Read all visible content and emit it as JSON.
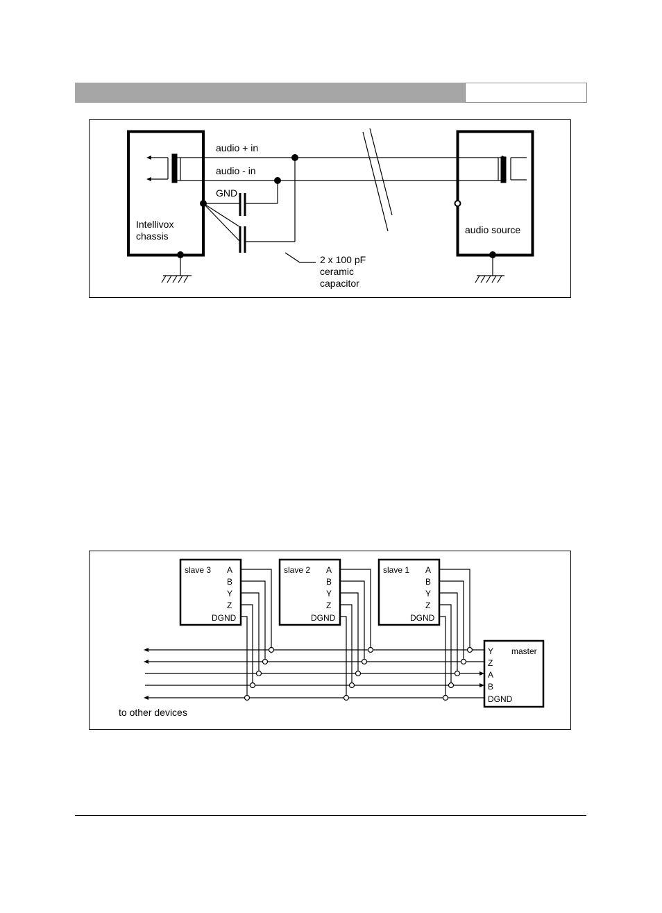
{
  "figure1": {
    "labels": {
      "audio_plus": "audio + in",
      "audio_minus": "audio - in",
      "gnd": "GND",
      "intellivox_line1": "Intellivox",
      "intellivox_line2": "chassis",
      "audio_source": "audio source",
      "cap_line1": "2 x 100 pF",
      "cap_line2": "ceramic",
      "cap_line3": "capacitor"
    }
  },
  "figure2": {
    "slaves": [
      {
        "name": "slave 3",
        "pins": [
          "A",
          "B",
          "Y",
          "Z",
          "DGND"
        ]
      },
      {
        "name": "slave 2",
        "pins": [
          "A",
          "B",
          "Y",
          "Z",
          "DGND"
        ]
      },
      {
        "name": "slave 1",
        "pins": [
          "A",
          "B",
          "Y",
          "Z",
          "DGND"
        ]
      }
    ],
    "master": {
      "name": "master",
      "pins": [
        "Y",
        "Z",
        "A",
        "B",
        "DGND"
      ]
    },
    "to_other_devices": "to other devices"
  }
}
